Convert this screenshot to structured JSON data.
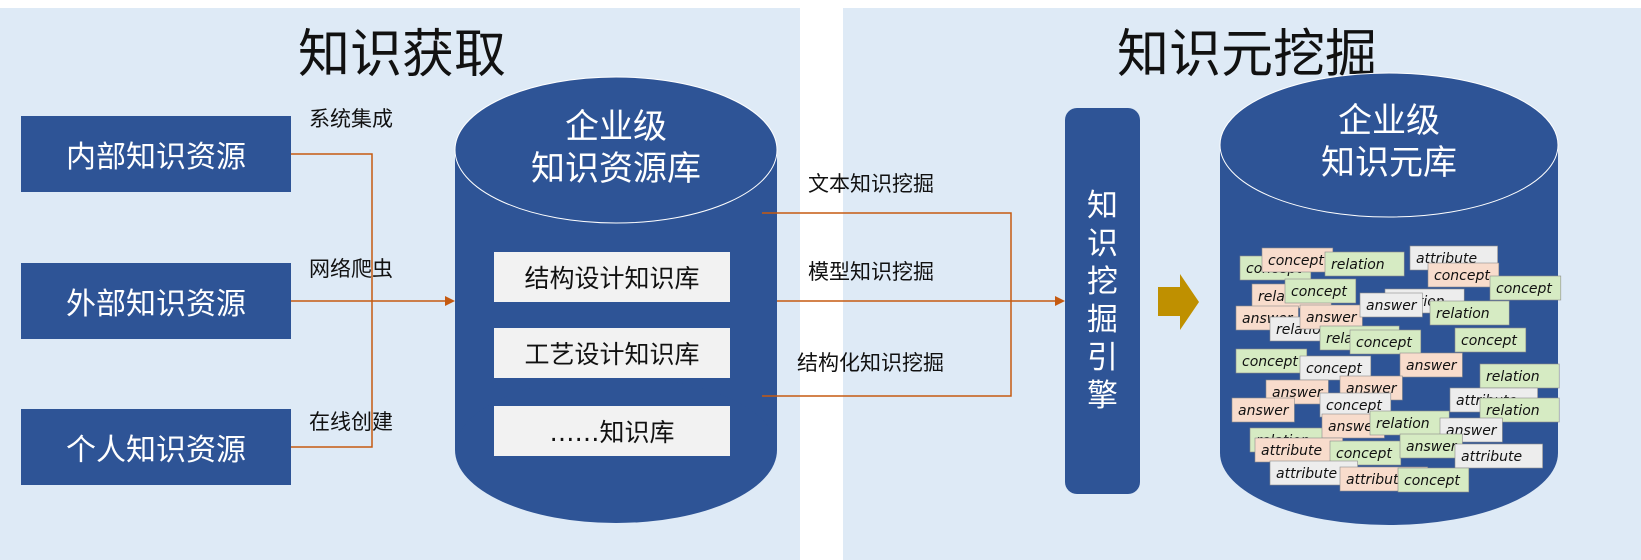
{
  "left_panel": {
    "title": "知识获取",
    "sources": [
      {
        "label": "内部知识资源"
      },
      {
        "label": "外部知识资源"
      },
      {
        "label": "个人知识资源"
      }
    ],
    "methods": [
      {
        "label": "系统集成"
      },
      {
        "label": "网络爬虫"
      },
      {
        "label": "在线创建"
      }
    ],
    "database": {
      "title_line1": "企业级",
      "title_line2": "知识资源库",
      "items": [
        {
          "label": "结构设计知识库"
        },
        {
          "label": "工艺设计知识库"
        },
        {
          "label": "……知识库"
        }
      ]
    }
  },
  "mining_methods": [
    {
      "label": "文本知识挖掘"
    },
    {
      "label": "模型知识挖掘"
    },
    {
      "label": "结构化知识挖掘"
    }
  ],
  "right_panel": {
    "title": "知识元挖掘",
    "engine_label": [
      "知",
      "识",
      "挖",
      "掘",
      "引",
      "擎"
    ],
    "database": {
      "title_line1": "企业级",
      "title_line2": "知识元库"
    },
    "card_words": [
      "concept",
      "relation",
      "attribute",
      "answer"
    ]
  },
  "colors": {
    "panel_bg": "#deeaf6",
    "box_blue": "#2e5496",
    "connector": "#c55a11",
    "arrow_gold": "#bf9000",
    "card_green": "#d6ebc3",
    "card_peach": "#f8dccc",
    "card_gray": "#ededed"
  }
}
